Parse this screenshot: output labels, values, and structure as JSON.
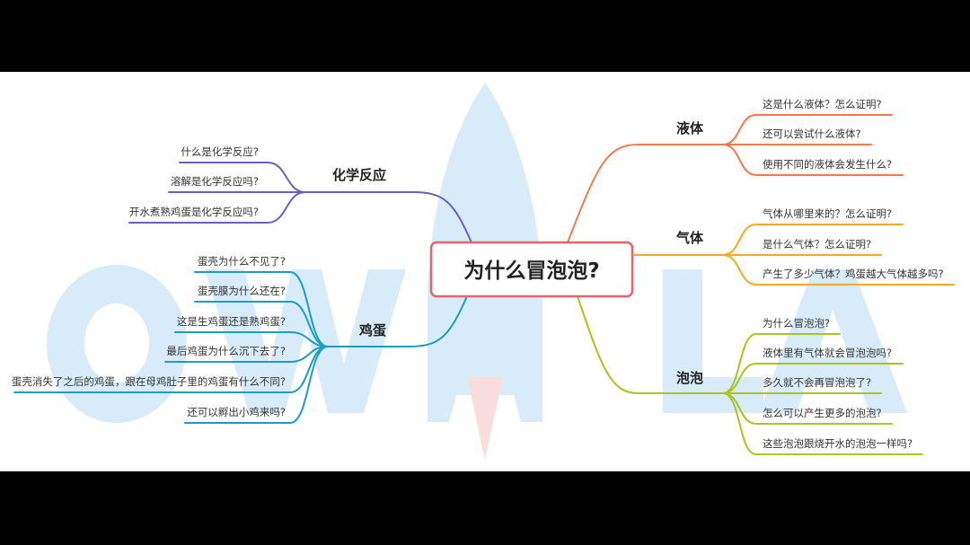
{
  "watermark": {
    "letters": [
      "O",
      "W",
      "A",
      "L",
      "A"
    ],
    "brand": "OWALA"
  },
  "center": {
    "label": "为什么冒泡泡?",
    "border_color": "#e8636b"
  },
  "branches": {
    "chem": {
      "label": "化学反应",
      "color": "#6a5fc1",
      "children": [
        "什么是化学反应?",
        "溶解是化学反应吗?",
        "开水煮熟鸡蛋是化学反应吗?"
      ]
    },
    "egg": {
      "label": "鸡蛋",
      "color": "#1b9cc4",
      "children": [
        "蛋壳为什么不见了?",
        "蛋壳膜为什么还在?",
        "这是生鸡蛋还是熟鸡蛋?",
        "最后鸡蛋为什么沉下去了?",
        "蛋壳消失了之后的鸡蛋，跟在母鸡肚子里的鸡蛋有什么不同?",
        "还可以孵出小鸡来吗?"
      ]
    },
    "liquid": {
      "label": "液体",
      "color": "#f47a4a",
      "children": [
        "这是什么液体？怎么证明?",
        "还可以尝试什么液体?",
        "使用不同的液体会发生什么?"
      ]
    },
    "gas": {
      "label": "气体",
      "color": "#f9a825",
      "children": [
        "气体从哪里来的？怎么证明?",
        "是什么气体？怎么证明?",
        "产生了多少气体？鸡蛋越大气体越多吗?"
      ]
    },
    "bubble": {
      "label": "泡泡",
      "color": "#a8c520",
      "children": [
        "为什么冒泡泡?",
        "液体里有气体就会冒泡泡吗?",
        "多久就不会再冒泡泡了?",
        "怎么可以产生更多的泡泡?",
        "这些泡泡跟烧开水的泡泡一样吗?"
      ]
    }
  }
}
